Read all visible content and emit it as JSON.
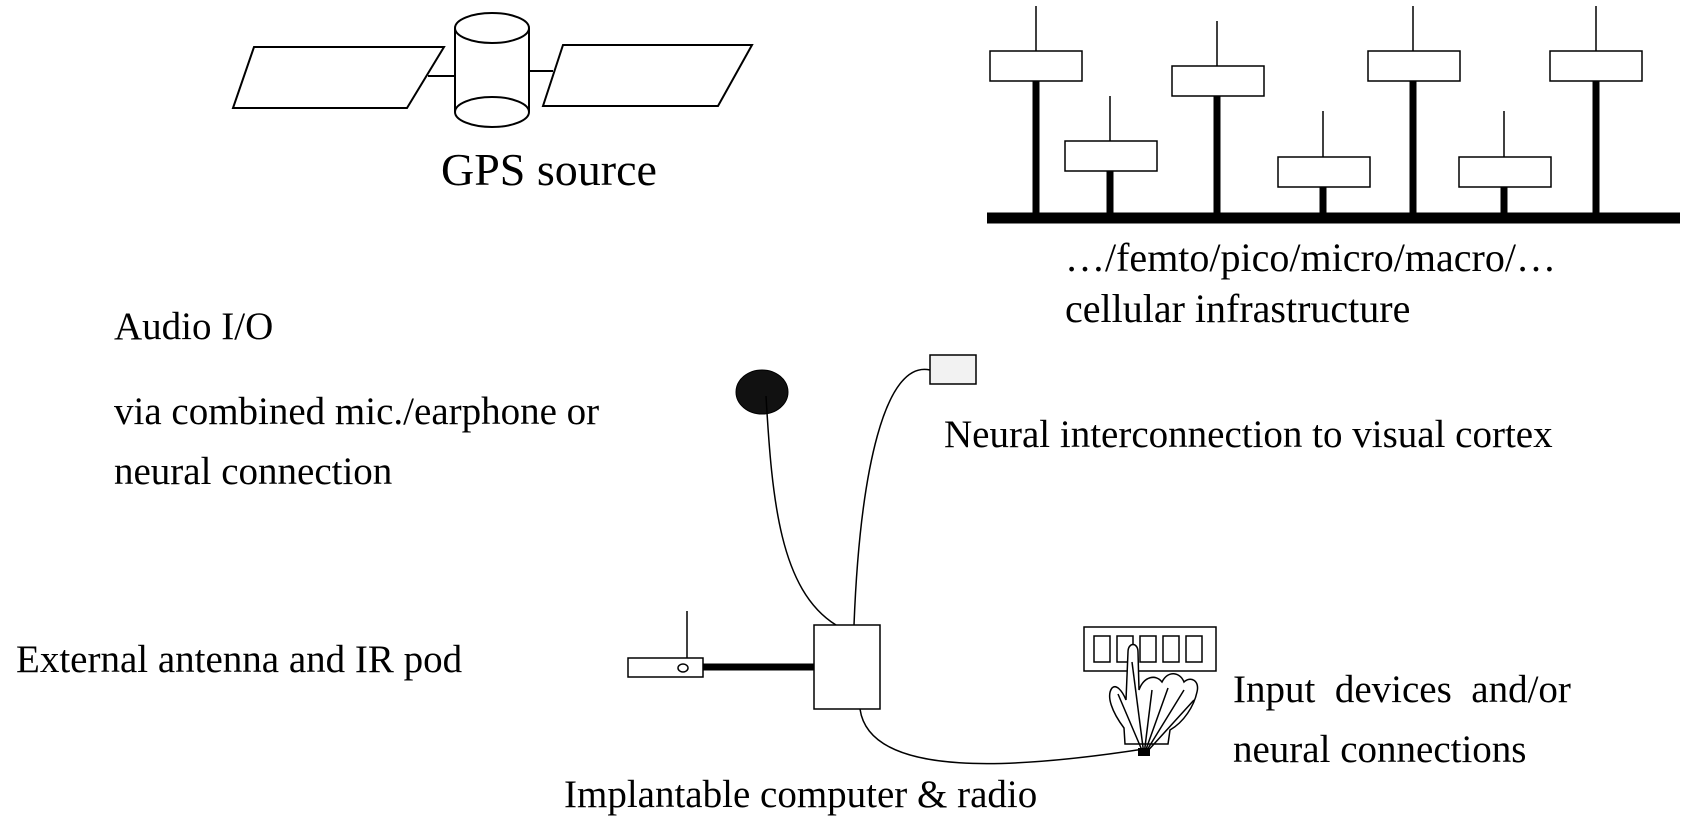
{
  "labels": {
    "gps_source": "GPS source",
    "cellular_line1": "…/femto/pico/micro/macro/…",
    "cellular_line2": "cellular infrastructure",
    "audio_title": "Audio I/O",
    "audio_line1": "via combined mic./earphone or",
    "audio_line2": "neural connection",
    "neural_visual": "Neural interconnection to visual cortex",
    "antenna": "External antenna and IR pod",
    "input_line1": "Input  devices  and/or",
    "input_line2": "neural connections",
    "computer": "Implantable computer & radio"
  },
  "colors": {
    "ink": "#000000",
    "paper": "#ffffff",
    "visual_node_fill": "#f2f2f2"
  }
}
